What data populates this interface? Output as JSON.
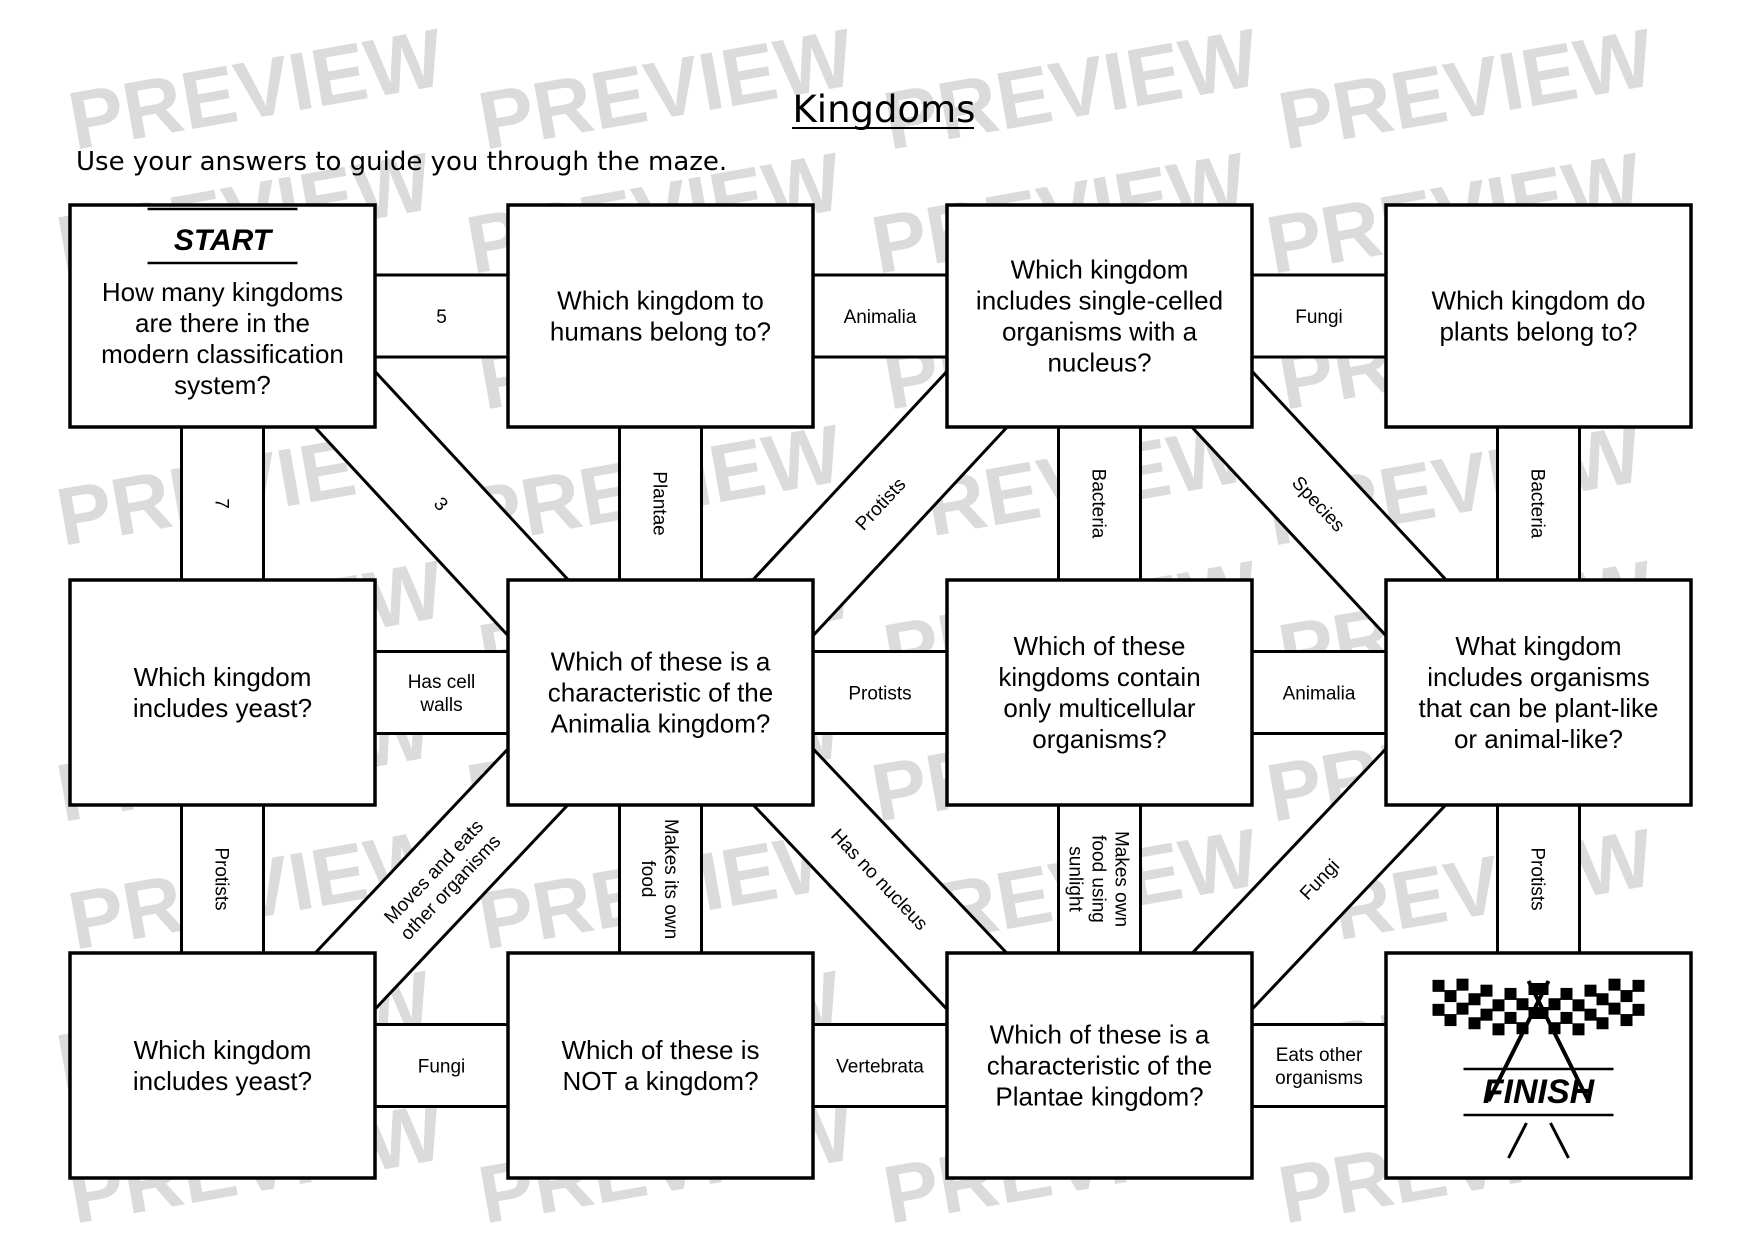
{
  "header": {
    "title": "Kingdoms",
    "instructions": "Use your answers to guide you through the maze."
  },
  "boxes": [
    {
      "id": "b1",
      "start": "START",
      "lines": [
        "How many kingdoms",
        "are there in the",
        "modern classification",
        "system?"
      ]
    },
    {
      "id": "b2",
      "lines": [
        "Which kingdom to",
        "humans belong to?"
      ]
    },
    {
      "id": "b3",
      "lines": [
        "Which kingdom",
        "includes single-celled",
        "organisms with a",
        "nucleus?"
      ]
    },
    {
      "id": "b4",
      "lines": [
        "Which kingdom do",
        "plants belong to?"
      ]
    },
    {
      "id": "b5",
      "lines": [
        "Which kingdom",
        "includes yeast?"
      ]
    },
    {
      "id": "b6",
      "lines": [
        "Which of these is a",
        "characteristic of the",
        "Animalia kingdom?"
      ]
    },
    {
      "id": "b7",
      "lines": [
        "Which of these",
        "kingdoms contain",
        "only multicellular",
        "organisms?"
      ]
    },
    {
      "id": "b8",
      "lines": [
        "What kingdom",
        "includes organisms",
        "that can be plant-like",
        "or animal-like?"
      ]
    },
    {
      "id": "b9",
      "lines": [
        "Which kingdom",
        "includes yeast?"
      ]
    },
    {
      "id": "b10",
      "lines": [
        "Which of these is",
        "NOT a kingdom?"
      ]
    },
    {
      "id": "b11",
      "lines": [
        "Which of these is a",
        "characteristic of the",
        "Plantae kingdom?"
      ]
    },
    {
      "id": "b12",
      "finish": "FINISH",
      "lines": []
    }
  ],
  "connectors": [
    {
      "from": "b1",
      "to": "b2",
      "lines": [
        "5"
      ]
    },
    {
      "from": "b2",
      "to": "b3",
      "lines": [
        "Animalia"
      ]
    },
    {
      "from": "b3",
      "to": "b4",
      "lines": [
        "Fungi"
      ]
    },
    {
      "from": "b1",
      "to": "b5",
      "lines": [
        "7"
      ]
    },
    {
      "from": "b1",
      "to": "b6",
      "lines": [
        "3"
      ]
    },
    {
      "from": "b2",
      "to": "b6",
      "lines": [
        "Plantae"
      ]
    },
    {
      "from": "b6",
      "to": "b3",
      "lines": [
        "Protists"
      ]
    },
    {
      "from": "b3",
      "to": "b7",
      "lines": [
        "Bacteria"
      ]
    },
    {
      "from": "b3",
      "to": "b8",
      "lines": [
        "Species"
      ]
    },
    {
      "from": "b4",
      "to": "b8",
      "lines": [
        "Bacteria"
      ]
    },
    {
      "from": "b5",
      "to": "b6",
      "lines": [
        "Has cell",
        "walls"
      ]
    },
    {
      "from": "b6",
      "to": "b7",
      "lines": [
        "Protists"
      ]
    },
    {
      "from": "b7",
      "to": "b8",
      "lines": [
        "Animalia"
      ]
    },
    {
      "from": "b5",
      "to": "b9",
      "lines": [
        "Protists"
      ]
    },
    {
      "from": "b6",
      "to": "b9",
      "lines": [
        "Moves and eats",
        "other organisms"
      ]
    },
    {
      "from": "b6",
      "to": "b10",
      "lines": [
        "Makes its own",
        "food"
      ]
    },
    {
      "from": "b6",
      "to": "b11",
      "lines": [
        "Has no nucleus"
      ]
    },
    {
      "from": "b7",
      "to": "b11",
      "lines": [
        "Makes own",
        "food using",
        "sunlight"
      ]
    },
    {
      "from": "b11",
      "to": "b8",
      "lines": [
        "Fungi"
      ]
    },
    {
      "from": "b8",
      "to": "b12",
      "lines": [
        "Protists"
      ]
    },
    {
      "from": "b9",
      "to": "b10",
      "lines": [
        "Fungi"
      ]
    },
    {
      "from": "b10",
      "to": "b11",
      "lines": [
        "Vertebrata"
      ]
    },
    {
      "from": "b11",
      "to": "b12",
      "lines": [
        "Eats other",
        "organisms"
      ]
    }
  ],
  "watermark": "PREVIEW",
  "colors": {
    "ink": "#000000",
    "paper": "#ffffff",
    "watermark": "#bdbdbd"
  }
}
